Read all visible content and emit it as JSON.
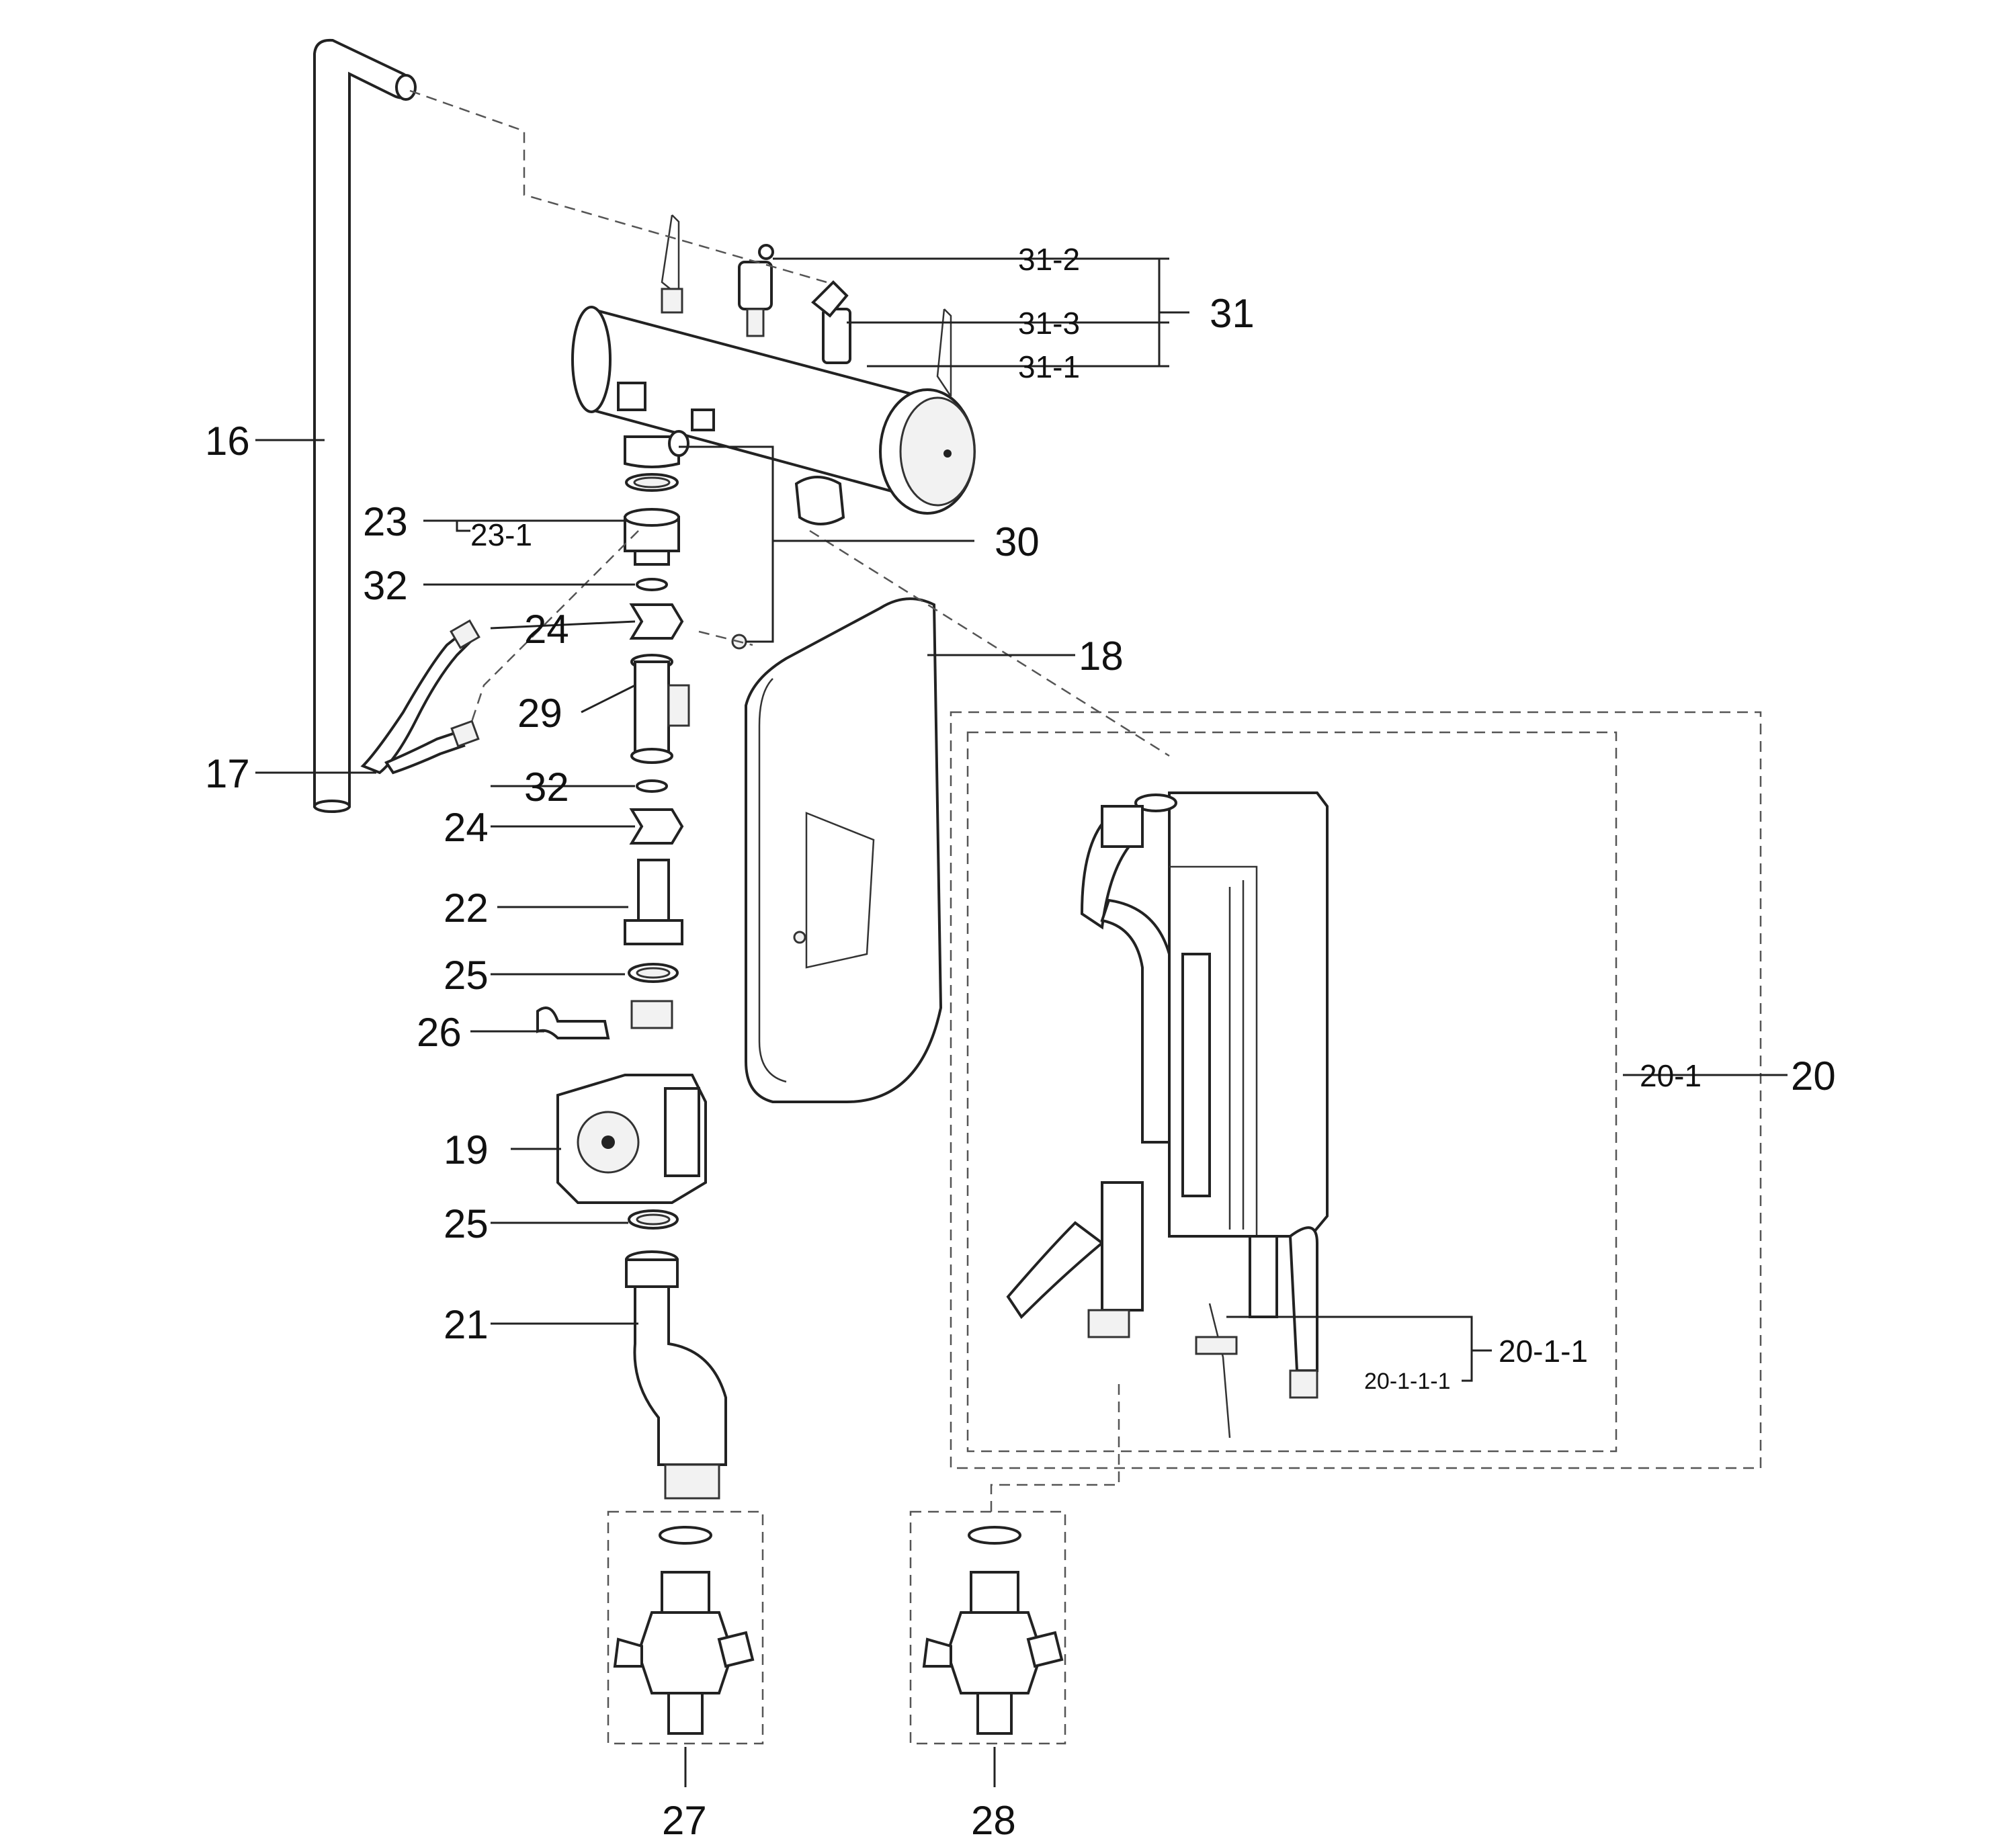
{
  "labels": {
    "l16": "16",
    "l17": "17",
    "l18": "18",
    "l19": "19",
    "l20": "20",
    "l20_1": "20-1",
    "l20_1_1": "20-1-1",
    "l20_1_1_1": "20-1-1-1",
    "l21": "21",
    "l22": "22",
    "l23": "23",
    "l23_1": "23-1",
    "l24a": "24",
    "l24b": "24",
    "l25a": "25",
    "l25b": "25",
    "l26": "26",
    "l27": "27",
    "l28": "28",
    "l29": "29",
    "l30": "30",
    "l31": "31",
    "l31_1": "31-1",
    "l31_2": "31-2",
    "l31_3": "31-3",
    "l32a": "32",
    "l32b": "32"
  }
}
